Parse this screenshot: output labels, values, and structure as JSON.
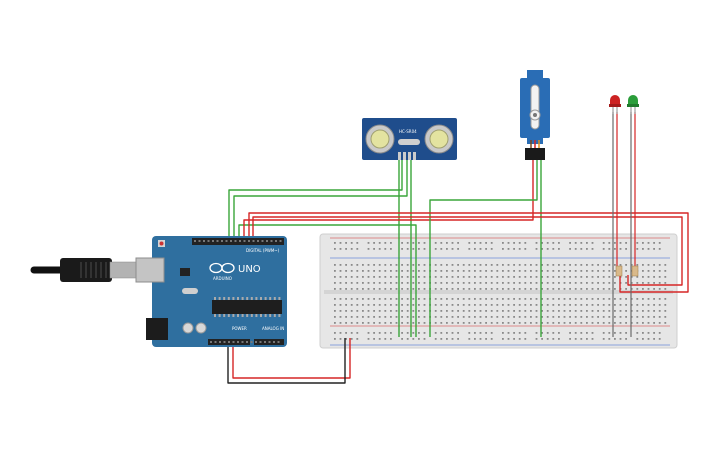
{
  "canvas": {
    "background": "#ffffff"
  },
  "arduino": {
    "logo_text": "UNO",
    "brand_text": "ARDUINO",
    "digital_label": "DIGITAL (PWM~)",
    "power_label": "POWER",
    "analog_label": "ANALOG IN",
    "board_color": "#2f6f9f",
    "header_color": "#222222"
  },
  "ultrasonic": {
    "label": "HC-SR04",
    "board_color": "#1f4d8c"
  },
  "servo": {
    "body_color": "#2a6db5"
  },
  "leds": [
    {
      "name": "red",
      "color": "#cc2222"
    },
    {
      "name": "green",
      "color": "#2a9d3a"
    }
  ],
  "breadboard": {
    "color": "#e6e6e6",
    "rail_red": "#d96a6a",
    "rail_blue": "#6a8ad9"
  },
  "wires": {
    "green": "#3aa53a",
    "red": "#d62626",
    "black": "#222222",
    "gray": "#6b6b6b"
  }
}
